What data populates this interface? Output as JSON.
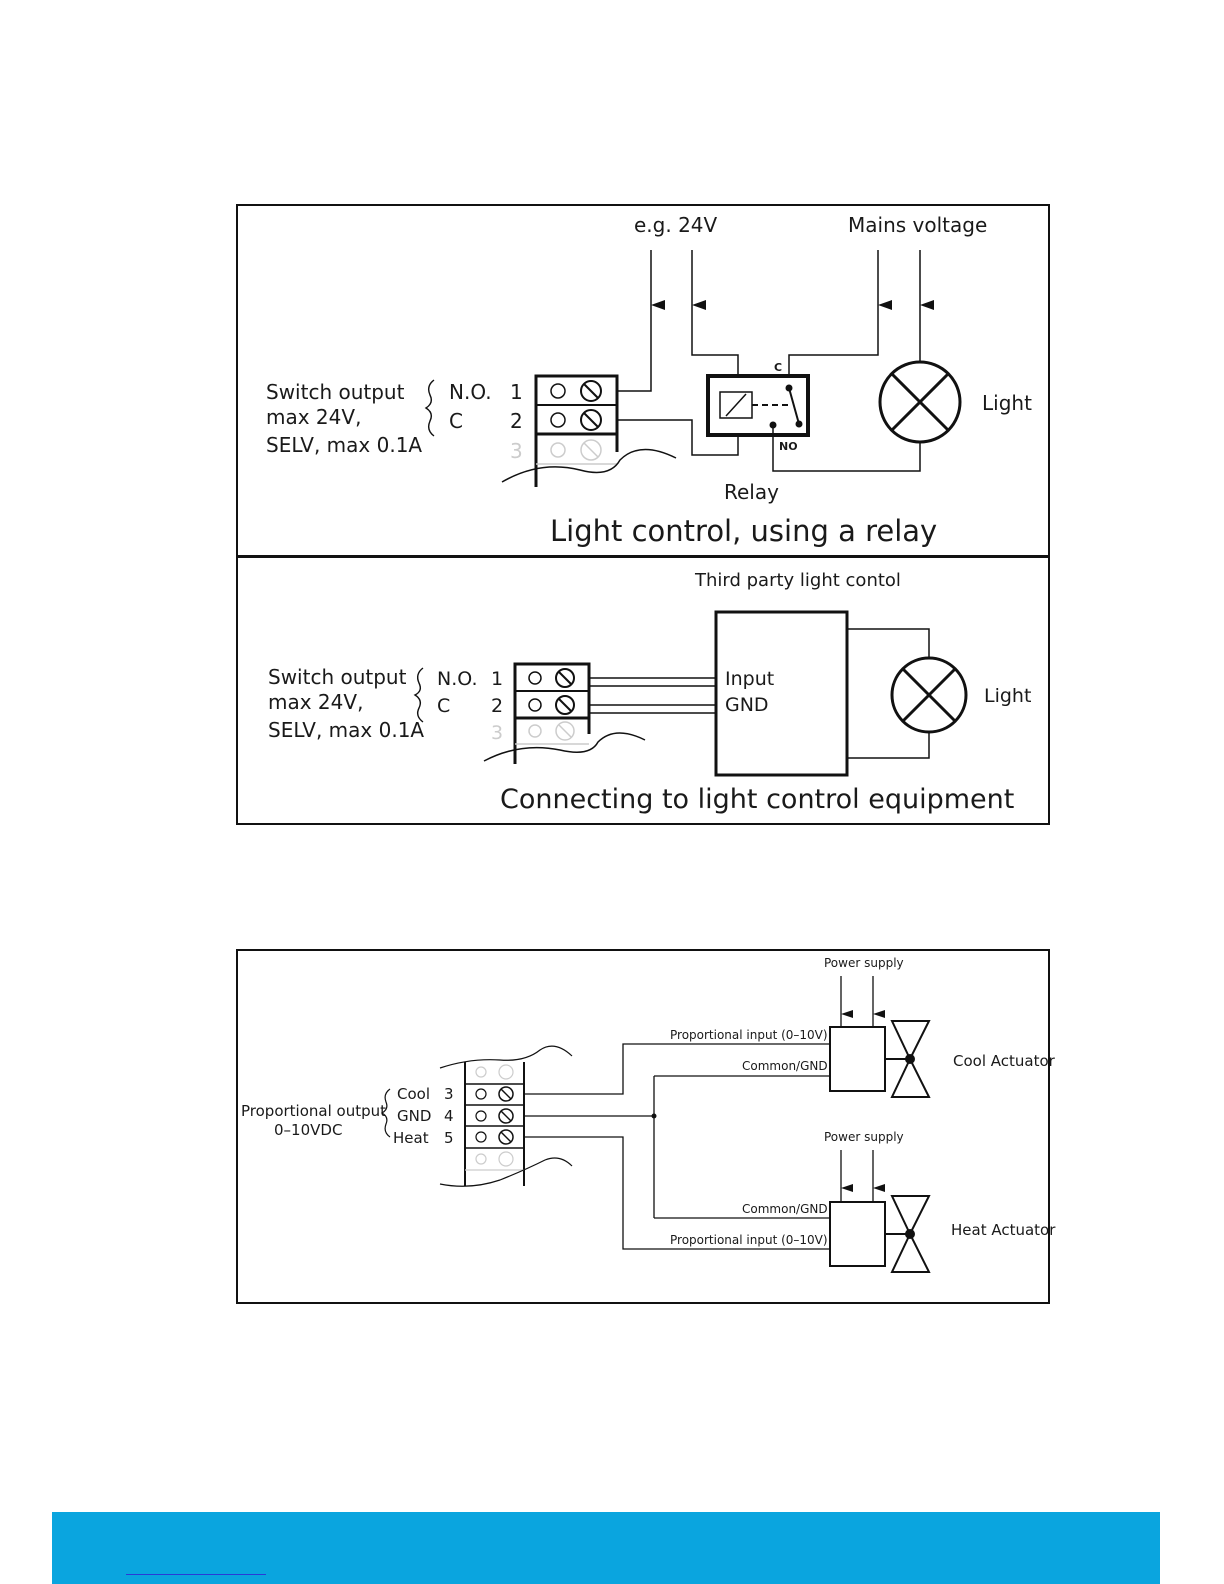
{
  "relay_diagram": {
    "supply_label": "e.g. 24V",
    "mains_label": "Mains voltage",
    "output_label_1": "Switch output",
    "output_label_2": "max 24V,",
    "output_label_3": "SELV, max 0.1A",
    "pin_no": "N.O.",
    "pin_c": "C",
    "term_1": "1",
    "term_2": "2",
    "term_3": "3",
    "relay_c": "C",
    "relay_no": "NO",
    "relay_label": "Relay",
    "light_label": "Light",
    "caption": "Light control, using a relay"
  },
  "equipment_diagram": {
    "third_party_label": "Third party light contol",
    "output_label_1": "Switch output",
    "output_label_2": "max 24V,",
    "output_label_3": "SELV, max 0.1A",
    "pin_no": "N.O.",
    "pin_c": "C",
    "term_1": "1",
    "term_2": "2",
    "term_3": "3",
    "input_label": "Input",
    "gnd_label": "GND",
    "light_label": "Light",
    "caption": "Connecting to light control equipment"
  },
  "proportional_diagram": {
    "output_label_1": "Proportional output",
    "output_label_2": "0–10VDC",
    "pin_cool": "Cool",
    "pin_gnd": "GND",
    "pin_heat": "Heat",
    "term_3": "3",
    "term_4": "4",
    "term_5": "5",
    "power_supply_top": "Power supply",
    "power_supply_bottom": "Power supply",
    "prop_input_top": "Proportional input (0–10V)",
    "common_gnd_top": "Common/GND",
    "common_gnd_bottom": "Common/GND",
    "prop_input_bottom": "Proportional input (0–10V)",
    "cool_actuator": "Cool Actuator",
    "heat_actuator": "Heat Actuator"
  },
  "colors": {
    "line": "#111111",
    "footer": "#0aa5df",
    "footer_link": "#2a3bd6"
  }
}
